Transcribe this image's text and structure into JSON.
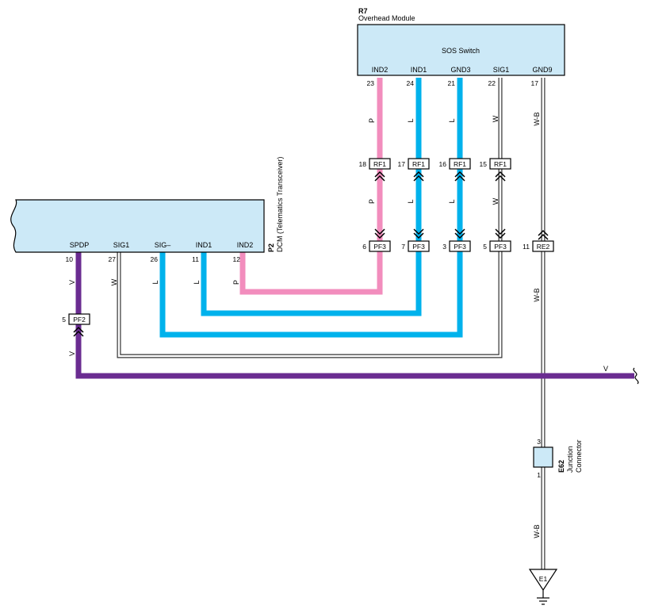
{
  "colors": {
    "module_fill": "#cce9f7",
    "pink": "#f28dbd",
    "blue": "#00b2ec",
    "purple": "#6a2c91",
    "white_wire_outline": "#333333",
    "line": "#000000"
  },
  "overhead_module": {
    "code": "R7",
    "name": "Overhead Module",
    "switch_label": "SOS Switch",
    "pins": [
      {
        "label": "IND2",
        "num": "23"
      },
      {
        "label": "IND1",
        "num": "24"
      },
      {
        "label": "GND3",
        "num": "21"
      },
      {
        "label": "SIG1",
        "num": "22"
      },
      {
        "label": "GND9",
        "num": "17"
      }
    ]
  },
  "dcm": {
    "code": "P2",
    "name": "DCM (Telematics Transceiver)",
    "pins": [
      {
        "label": "SPDP",
        "num": "10"
      },
      {
        "label": "SIG1",
        "num": "27"
      },
      {
        "label": "SIG–",
        "num": "26"
      },
      {
        "label": "IND1",
        "num": "11"
      },
      {
        "label": "IND2",
        "num": "12"
      }
    ]
  },
  "wire_colors": {
    "p1": "P",
    "l1": "L",
    "l2": "L",
    "w1": "W",
    "wb1": "W-B",
    "p2": "P",
    "l3": "L",
    "l4": "L",
    "w2": "W",
    "v1": "V",
    "w3": "W",
    "l5": "L",
    "l6": "L",
    "p3": "P",
    "v2": "V",
    "v3": "V",
    "wb2": "W-B",
    "wb3": "W-B"
  },
  "rf_connectors": [
    {
      "num": "18",
      "label": "RF1"
    },
    {
      "num": "17",
      "label": "RF1"
    },
    {
      "num": "16",
      "label": "RF1"
    },
    {
      "num": "15",
      "label": "RF1"
    }
  ],
  "pf_connectors": [
    {
      "num": "6",
      "label": "PF3"
    },
    {
      "num": "7",
      "label": "PF3"
    },
    {
      "num": "3",
      "label": "PF3"
    },
    {
      "num": "5",
      "label": "PF3"
    },
    {
      "num": "11",
      "label": "RE2"
    }
  ],
  "pf2_connector": {
    "num": "5",
    "label": "PF2"
  },
  "junction": {
    "code": "E62",
    "line1": "Junction",
    "line2": "Connector",
    "pin_top": "3",
    "pin_bottom": "1"
  },
  "ground": {
    "label": "E1"
  }
}
